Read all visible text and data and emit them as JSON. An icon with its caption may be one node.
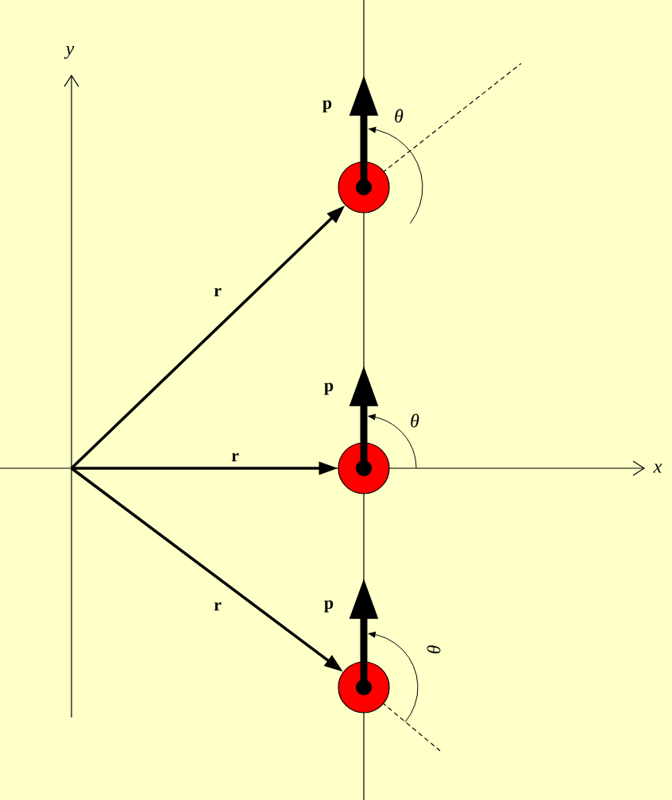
{
  "diagram": {
    "nodes": [
      {
        "text": [],
        "shape": "circle"
      },
      {
        "text": [],
        "shape": "circle"
      },
      {
        "text": [],
        "shape": "circle"
      }
    ],
    "edges": [
      {
        "from": null,
        "to": 0,
        "arrow": "to",
        "label": "r"
      },
      {
        "from": null,
        "to": 1,
        "arrow": "to",
        "label": "r"
      },
      {
        "from": null,
        "to": 2,
        "arrow": "to",
        "label": "r"
      },
      {
        "from": 0,
        "to": null,
        "arrow": "to",
        "label": "p",
        "style": "thick"
      },
      {
        "from": 1,
        "to": null,
        "arrow": "to",
        "label": "p",
        "style": "thick"
      },
      {
        "from": 2,
        "to": null,
        "arrow": "to",
        "label": "p",
        "style": "thick"
      }
    ],
    "labels": [
      "y",
      "θ",
      "θ",
      "x",
      "θ"
    ]
  }
}
